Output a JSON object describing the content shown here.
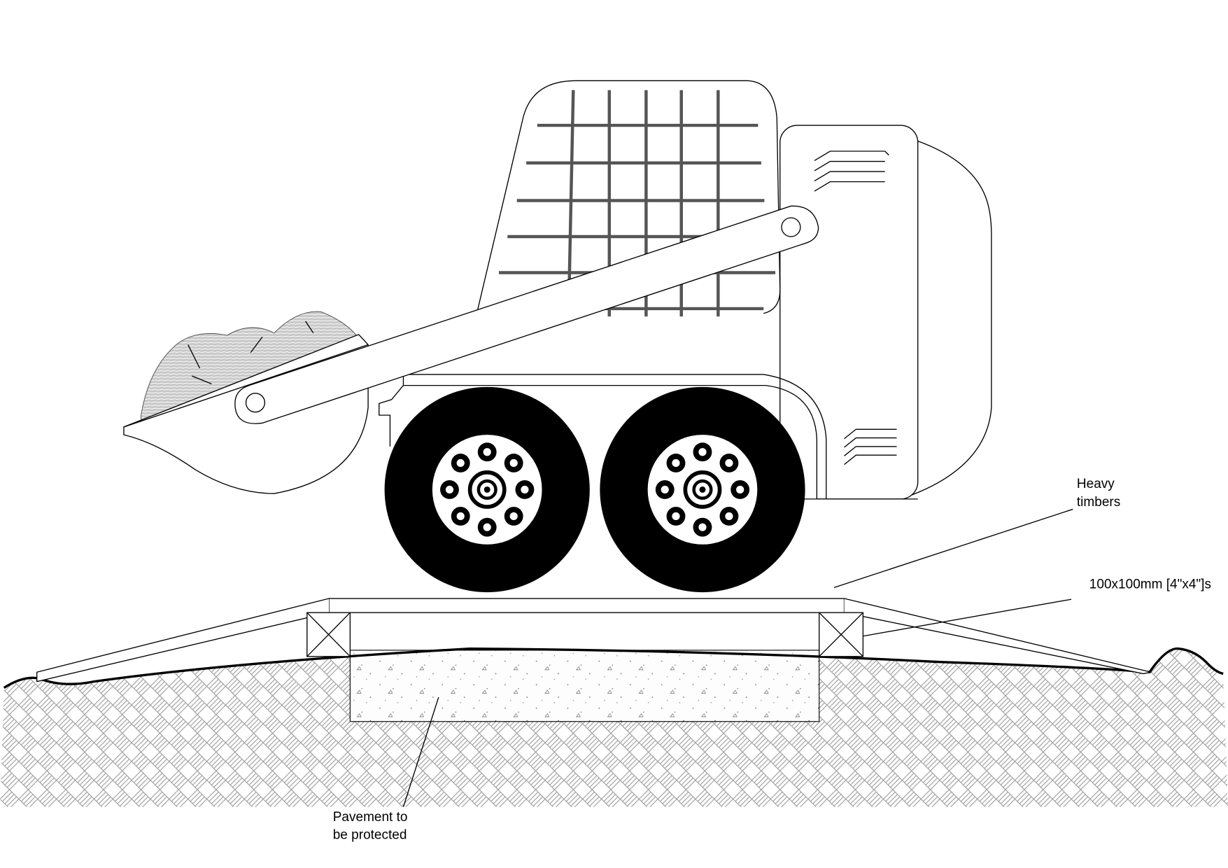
{
  "labels": {
    "heavy_timbers_line1": "Heavy",
    "heavy_timbers_line2": "timbers",
    "timber_size": "100x100mm [4\"x4\"]s",
    "pavement_line1": "Pavement to",
    "pavement_line2": "be protected"
  },
  "colors": {
    "line": "#000000",
    "hatch": "#9a9a9a",
    "soil": "#bdbdbd"
  }
}
